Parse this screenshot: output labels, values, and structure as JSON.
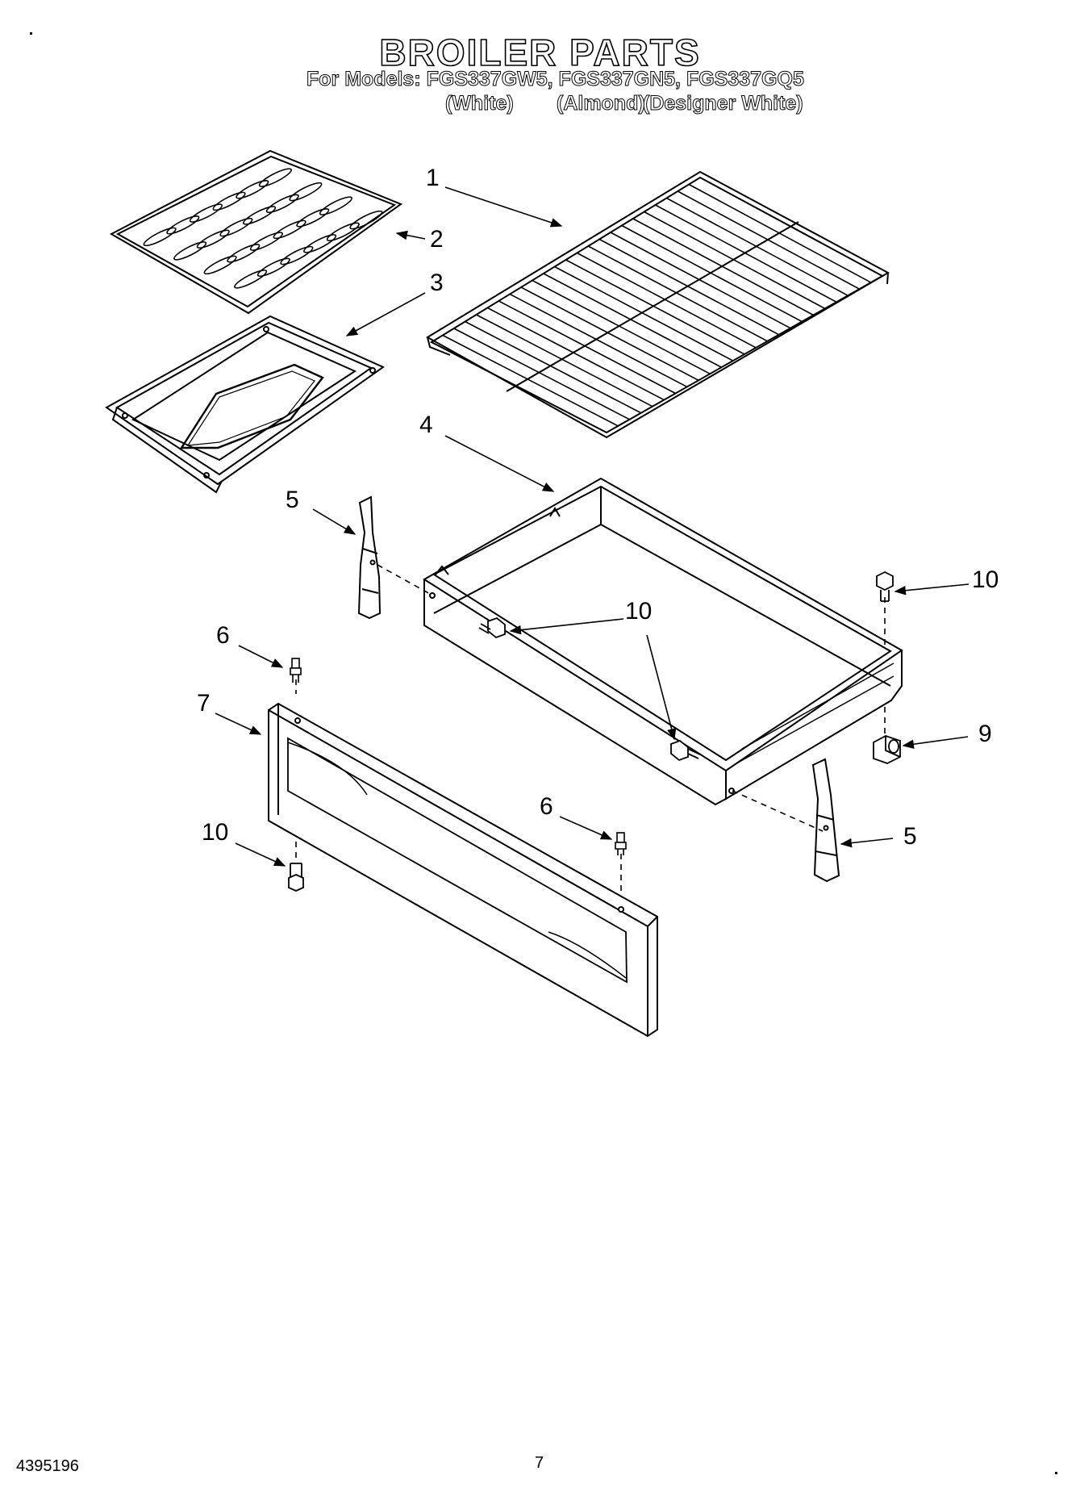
{
  "header": {
    "title": "BROILER PARTS",
    "models_line": "For Models: FGS337GW5, FGS337GN5, FGS337GQ5",
    "color_white": "(White)",
    "color_almond": "(Almond)",
    "color_designer_white": "(Designer White)"
  },
  "callouts": {
    "n1": "1",
    "n2": "2",
    "n3": "3",
    "n4": "4",
    "n5_left": "5",
    "n5_right": "5",
    "n6_left": "6",
    "n6_right": "6",
    "n7": "7",
    "n9": "9",
    "n10_top_right": "10",
    "n10_center": "10",
    "n10_bottom_left": "10"
  },
  "footer": {
    "doc_number": "4395196",
    "page_number": "7"
  }
}
